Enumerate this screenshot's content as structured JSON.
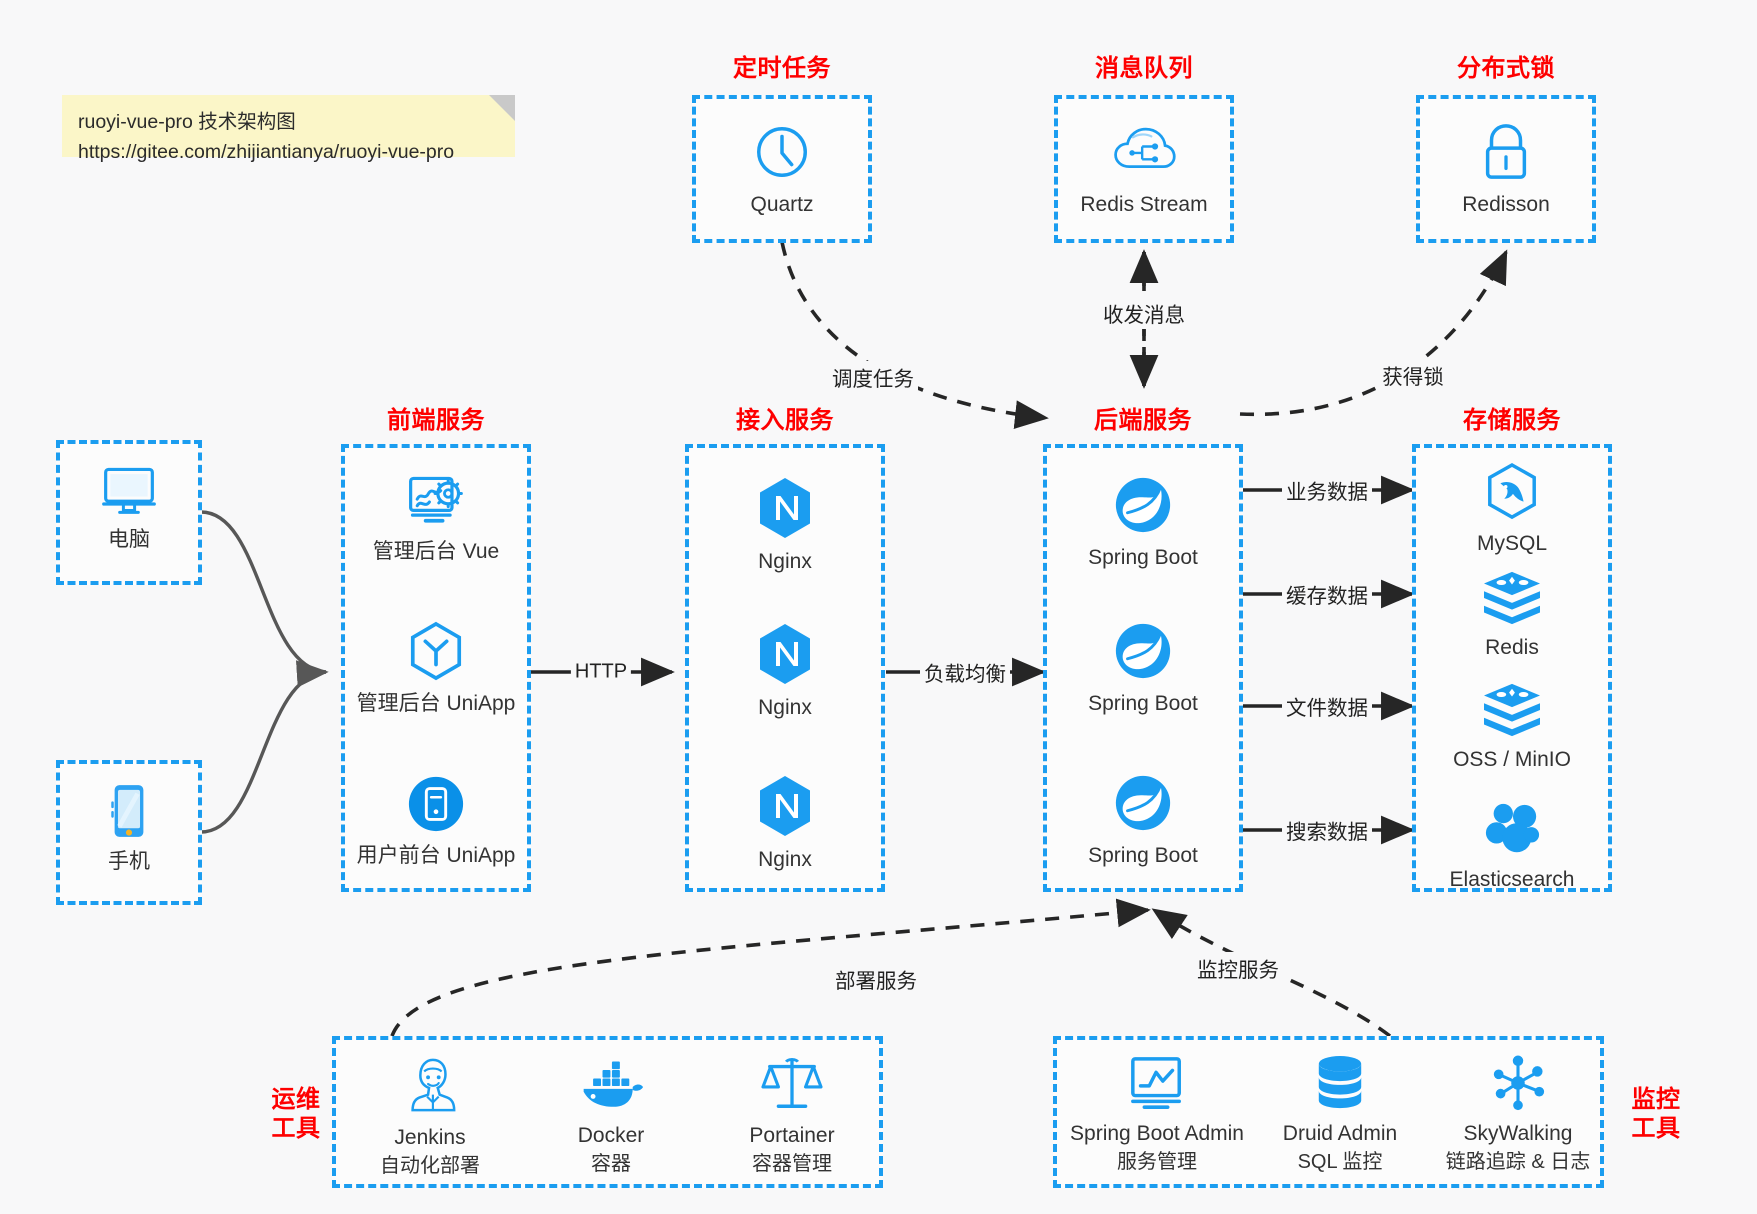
{
  "note": {
    "line1": "ruoyi-vue-pro 技术架构图",
    "line2": "https://gitee.com/zhijiantianya/ruoyi-vue-pro"
  },
  "groups": {
    "scheduled_task": "定时任务",
    "message_queue": "消息队列",
    "distributed_lock": "分布式锁",
    "frontend_service": "前端服务",
    "gateway_service": "接入服务",
    "backend_service": "后端服务",
    "storage_service": "存储服务",
    "ops_tools": "运维\n工具",
    "ops_tools_l1": "运维",
    "ops_tools_l2": "工具",
    "monitor_tools_l1": "监控",
    "monitor_tools_l2": "工具"
  },
  "nodes": {
    "quartz": "Quartz",
    "redis_stream": "Redis Stream",
    "redisson": "Redisson",
    "computer": "电脑",
    "phone": "手机",
    "admin_vue": "管理后台 Vue",
    "admin_uniapp": "管理后台 UniApp",
    "user_uniapp": "用户前台 UniApp",
    "nginx1": "Nginx",
    "nginx2": "Nginx",
    "nginx3": "Nginx",
    "springboot1": "Spring Boot",
    "springboot2": "Spring Boot",
    "springboot3": "Spring Boot",
    "mysql": "MySQL",
    "redis": "Redis",
    "oss_minio": "OSS / MinIO",
    "elasticsearch": "Elasticsearch"
  },
  "ops": [
    {
      "name": "Jenkins",
      "desc": "自动化部署",
      "icon": "jenkins-icon"
    },
    {
      "name": "Docker",
      "desc": "容器",
      "icon": "docker-icon"
    },
    {
      "name": "Portainer",
      "desc": "容器管理",
      "icon": "portainer-icon"
    }
  ],
  "monitor": [
    {
      "name": "Spring Boot Admin",
      "desc": "服务管理",
      "icon": "monitor-chart-icon"
    },
    {
      "name": "Druid Admin",
      "desc": "SQL 监控",
      "icon": "database-icon"
    },
    {
      "name": "SkyWalking",
      "desc": "链路追踪 & 日志",
      "icon": "skywalking-icon"
    }
  ],
  "edges": {
    "http": "HTTP",
    "load_balance": "负载均衡",
    "schedule_task": "调度任务",
    "send_receive_message": "收发消息",
    "acquire_lock": "获得锁",
    "business_data": "业务数据",
    "cache_data": "缓存数据",
    "file_data": "文件数据",
    "search_data": "搜索数据",
    "deploy_service": "部署服务",
    "monitor_service": "监控服务"
  },
  "colors": {
    "accent_blue": "#1b9df0",
    "heading_red": "#fe0000",
    "arrow_dark": "#262626",
    "arrow_gray": "#575757",
    "background": "#f8f8f9",
    "note_yellow": "#fbf6c8"
  }
}
